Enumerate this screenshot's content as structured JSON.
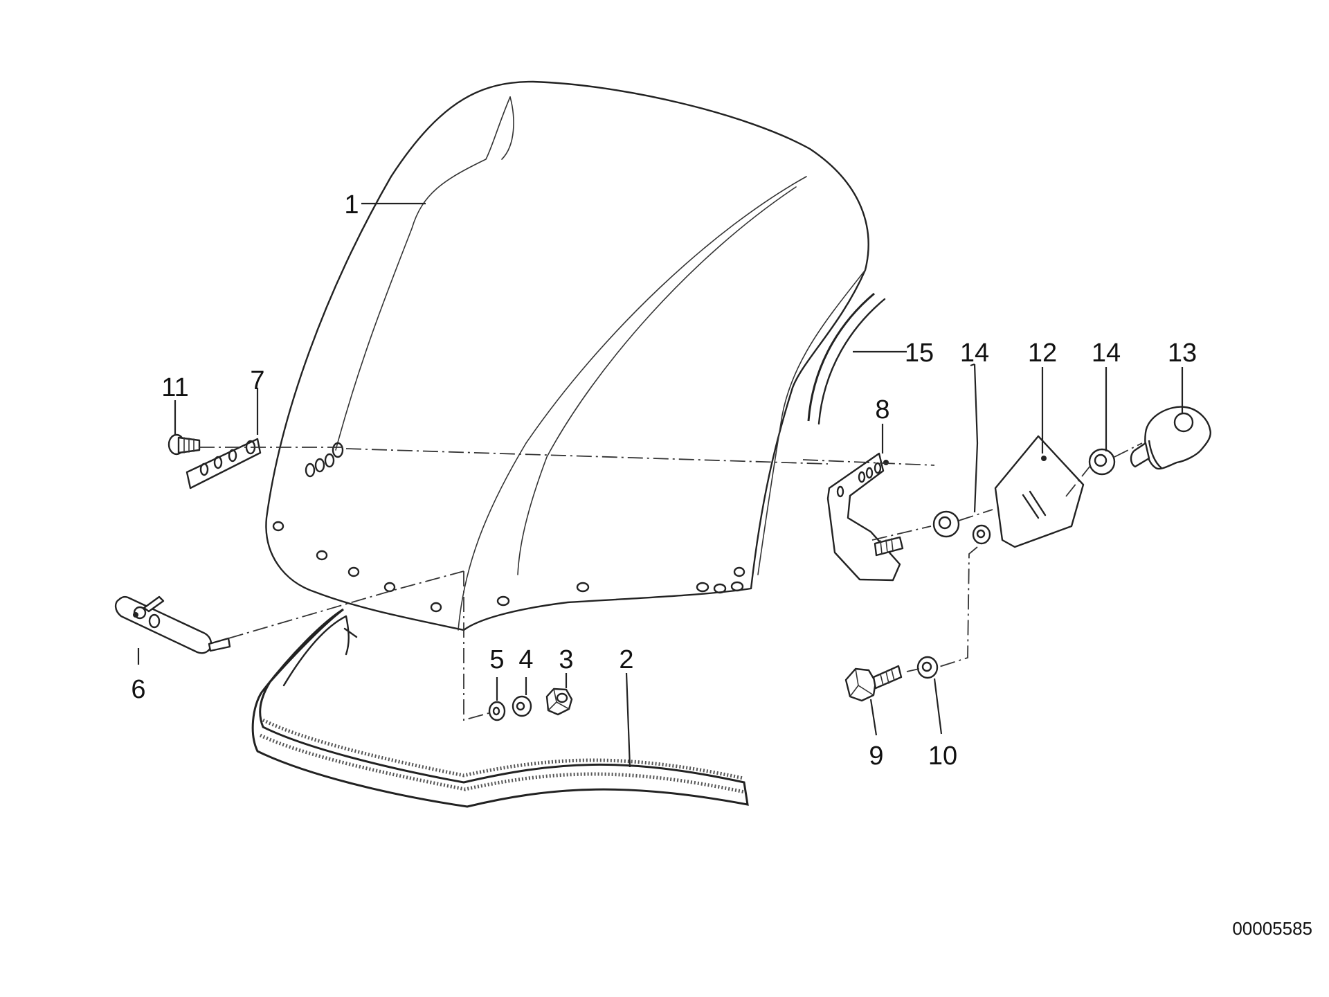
{
  "labels": {
    "l1": "1",
    "l2": "2",
    "l3": "3",
    "l4": "4",
    "l5": "5",
    "l6": "6",
    "l7": "7",
    "l8": "8",
    "l9": "9",
    "l10": "10",
    "l11": "11",
    "l12": "12",
    "l13": "13",
    "l14a": "14",
    "l14b": "14",
    "l15": "15"
  },
  "reference_number": "00005585"
}
